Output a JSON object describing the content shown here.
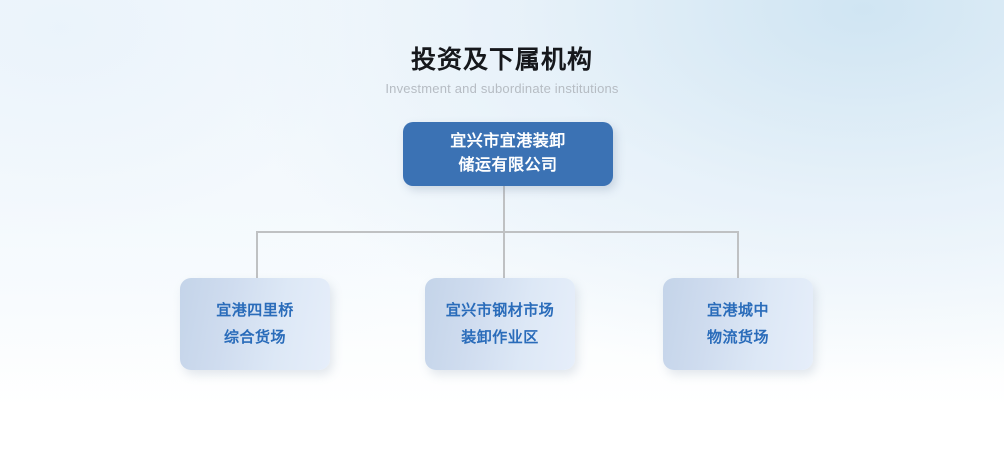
{
  "header": {
    "title": "投资及下属机构",
    "subtitle": "Investment and subordinate institutions"
  },
  "colors": {
    "root_box": "#3b72b4",
    "root_text": "#ffffff",
    "child_box_start": "#c4d4e9",
    "child_box_end": "#e6eefa",
    "child_text": "#2a6cba",
    "connector_line": "#bfc1c3",
    "title_text": "#16181c",
    "subtitle_text": "#b6bcc3",
    "background_start": "#f2f8fc",
    "background_end": "#ffffff"
  },
  "org_chart": {
    "root": {
      "name": "root-node",
      "lines": [
        "宜兴市宜港装卸",
        "储运有限公司"
      ]
    },
    "children": [
      {
        "name": "child-node-siliqiao",
        "lines": [
          "宜港四里桥",
          "综合货场"
        ]
      },
      {
        "name": "child-node-steel-market",
        "lines": [
          "宜兴市钢材市场",
          "装卸作业区"
        ]
      },
      {
        "name": "child-node-chengzhong",
        "lines": [
          "宜港城中",
          "物流货场"
        ]
      }
    ]
  }
}
